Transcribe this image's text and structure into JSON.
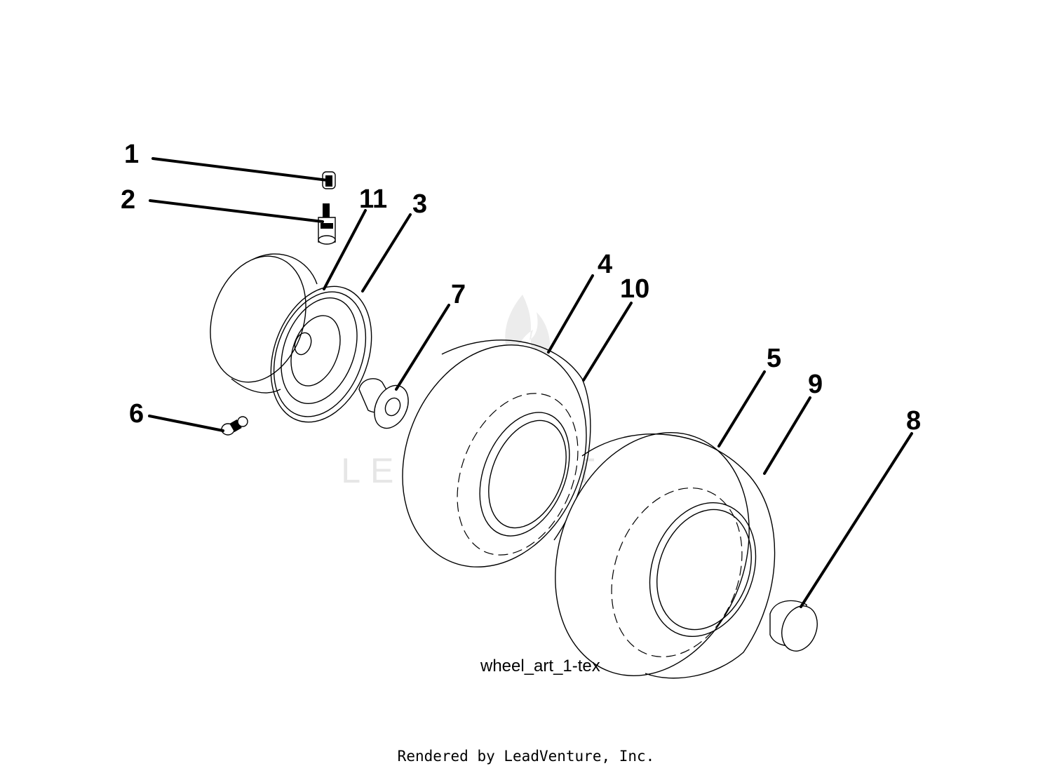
{
  "diagram": {
    "callouts": [
      {
        "id": "c1",
        "label": "1",
        "part": "bolt"
      },
      {
        "id": "c2",
        "label": "2",
        "part": "valve-stem"
      },
      {
        "id": "c3",
        "label": "3",
        "part": "wheel-rim-outer-ring"
      },
      {
        "id": "c4",
        "label": "4",
        "part": "front-tire"
      },
      {
        "id": "c5",
        "label": "5",
        "part": "rear-tire"
      },
      {
        "id": "c6",
        "label": "6",
        "part": "grease-fitting"
      },
      {
        "id": "c7",
        "label": "7",
        "part": "flanged-bushing"
      },
      {
        "id": "c8",
        "label": "8",
        "part": "hub-cap"
      },
      {
        "id": "c9",
        "label": "9",
        "part": "rear-tire-tread"
      },
      {
        "id": "c10",
        "label": "10",
        "part": "front-tire-tread"
      },
      {
        "id": "c11",
        "label": "11",
        "part": "wheel-rim"
      }
    ],
    "drawing_code": "wheel_art_1-tex",
    "credit": "Rendered by LeadVenture, Inc.",
    "watermark": {
      "text": "LEADVENTURE"
    }
  }
}
